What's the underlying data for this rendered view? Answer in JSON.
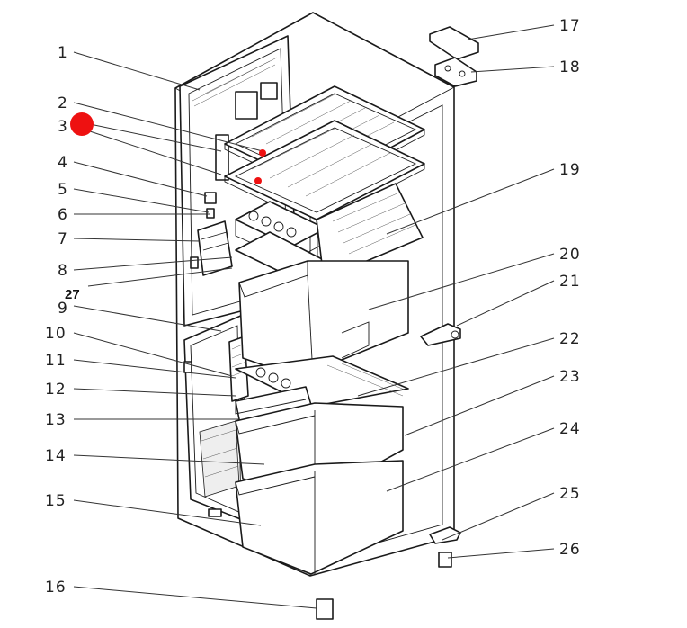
{
  "labels": [
    {
      "id": "1",
      "text": "1"
    },
    {
      "id": "2",
      "text": "2"
    },
    {
      "id": "3",
      "text": "3"
    },
    {
      "id": "4",
      "text": "4"
    },
    {
      "id": "5",
      "text": "5"
    },
    {
      "id": "6",
      "text": "6"
    },
    {
      "id": "7",
      "text": "7"
    },
    {
      "id": "8",
      "text": "8"
    },
    {
      "id": "27",
      "text": "27"
    },
    {
      "id": "9",
      "text": "9"
    },
    {
      "id": "10",
      "text": "10"
    },
    {
      "id": "11",
      "text": "11"
    },
    {
      "id": "12",
      "text": "12"
    },
    {
      "id": "13",
      "text": "13"
    },
    {
      "id": "14",
      "text": "14"
    },
    {
      "id": "15",
      "text": "15"
    },
    {
      "id": "16",
      "text": "16"
    },
    {
      "id": "17",
      "text": "17"
    },
    {
      "id": "18",
      "text": "18"
    },
    {
      "id": "19",
      "text": "19"
    },
    {
      "id": "20",
      "text": "20"
    },
    {
      "id": "21",
      "text": "21"
    },
    {
      "id": "22",
      "text": "22"
    },
    {
      "id": "23",
      "text": "23"
    },
    {
      "id": "24",
      "text": "24"
    },
    {
      "id": "25",
      "text": "25"
    },
    {
      "id": "26",
      "text": "26"
    }
  ],
  "colors": {
    "highlight": "#ee1111",
    "line": "#333333",
    "text": "#222222"
  }
}
